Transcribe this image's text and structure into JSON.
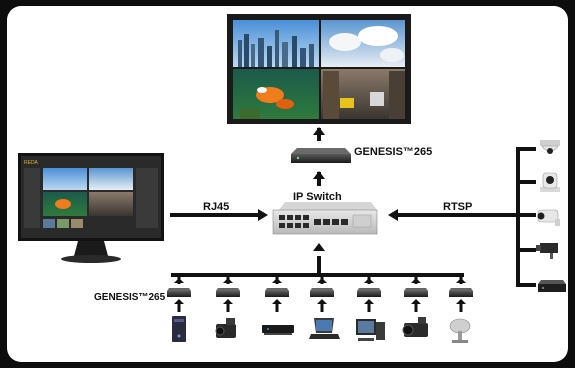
{
  "labels": {
    "genesis_top": "GENESIS™265",
    "genesis_bottom": "GENESIS™265",
    "ip_switch": "IP Switch",
    "rj45": "RJ45",
    "rtsp": "RTSP"
  },
  "nodes": {
    "top_display": "video-wall-monitor",
    "left_display": "management-monitor",
    "switch": "network-switch",
    "cameras": [
      "dome-camera-icon",
      "ptz-camera-icon",
      "bullet-camera-icon",
      "box-camera-icon",
      "nvr-icon"
    ],
    "sources": [
      "pc-tower-icon",
      "camcorder-icon",
      "set-top-box-icon",
      "laptop-icon",
      "desktop-pc-icon",
      "pro-camera-icon",
      "satellite-dish-icon"
    ]
  },
  "colors": {
    "line": "#111111",
    "background": "#ffffff",
    "frame": "#0d0d0d"
  }
}
